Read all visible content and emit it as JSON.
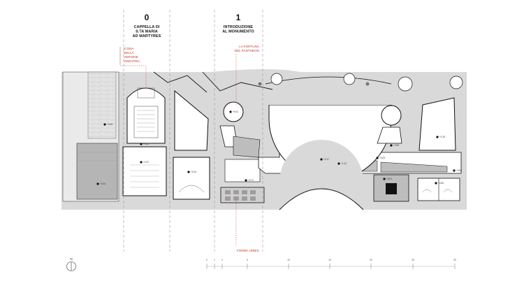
{
  "sections": [
    {
      "number": "0",
      "title_lines": [
        "CAPPELLA DI",
        "S.TA MARIA",
        "AD MARTYRES"
      ]
    },
    {
      "number": "1",
      "title_lines": [
        "INTRODUZIONE",
        "AL MONUMENTO"
      ]
    }
  ],
  "annotations": {
    "icona": [
      "ICONA",
      "DELLA",
      "VERGINE",
      "ODIGITRIA"
    ],
    "fortuna": [
      "LA FORTUNA",
      "DEL PANTHEON"
    ],
    "forma": [
      "FORMA URBIS"
    ]
  },
  "levels": [
    "+3.49",
    "+0.24",
    "+0.27",
    "+0.24",
    "+0.24",
    "+0.01",
    "+0.71",
    "+0.17",
    "+1.22",
    "+0.23",
    "+0.01",
    "+0.59",
    "+1.29",
    "+0.63",
    "+0.63"
  ],
  "north": {
    "label": "N"
  },
  "scale": {
    "ticks": [
      "0",
      "1",
      "2",
      "5",
      "10",
      "15",
      "20",
      "25",
      "30"
    ]
  },
  "colors": {
    "wall": "#d9d9d9",
    "poche": "#ffffff",
    "line": "#1a1a1a",
    "accent": "#c0392b",
    "hatch": "#bcbcbc"
  }
}
